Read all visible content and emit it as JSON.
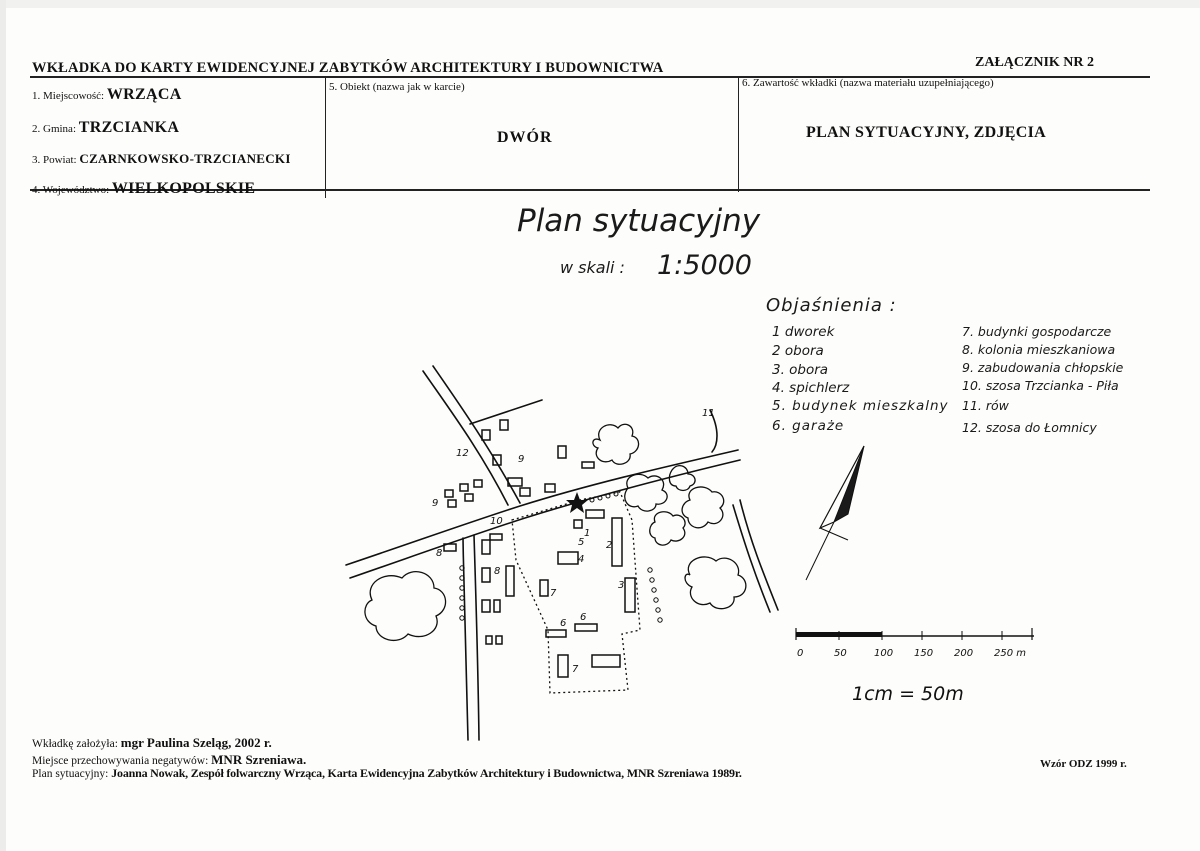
{
  "header": {
    "title": "WKŁADKA DO KARTY EWIDENCYJNEJ ZABYTKÓW ARCHITEKTURY I BUDOWNICTWA",
    "annex": "ZAŁĄCZNIK NR 2"
  },
  "fields": {
    "miejscowosc_label": "1. Miejscowość:",
    "miejscowosc_value": "WRZĄCA",
    "gmina_label": "2. Gmina:",
    "gmina_value": "TRZCIANKA",
    "powiat_label": "3. Powiat:",
    "powiat_value": "CZARNKOWSKO-TRZCIANECKI",
    "wojewodztwo_label": "4. Województwo:",
    "wojewodztwo_value": "WIELKOPOLSKIE",
    "obiekt_label": "5. Obiekt (nazwa jak w karcie)",
    "obiekt_value": "DWÓR",
    "zawartosc_label": "6. Zawartość wkładki (nazwa materiału uzupełniającego)",
    "zawartosc_value": "PLAN SYTUACYJNY, ZDJĘCIA"
  },
  "plan": {
    "title": "Plan sytuacyjny",
    "scale_label": "w skali :",
    "scale_value": "1:5000",
    "legend_title": "Objaśnienia :",
    "legend": [
      "1 dworek",
      "2 obora",
      "3. obora",
      "4. spichlerz",
      "5. budynek mieszkalny",
      "6. garaże",
      "7. budynki gospodarcze",
      "8. kolonia mieszkaniowa",
      "9. zabudowania chłopskie",
      "10. szosa Trzcianka - Piła",
      "11. rów",
      "12. szosa do Łomnicy"
    ],
    "scalebar_ticks": [
      "0",
      "50",
      "100",
      "150",
      "200",
      "250 m"
    ],
    "scale_note": "1cm = 50m",
    "map_labels": [
      "1",
      "2",
      "3",
      "4",
      "5",
      "6",
      "6",
      "7",
      "7",
      "8",
      "8",
      "9",
      "9",
      "10",
      "11",
      "12"
    ]
  },
  "footer": {
    "author_label": "Wkładkę założyła:",
    "author_value": "mgr Paulina Szeląg, 2002 r.",
    "storage_label": "Miejsce przechowywania negatywów:",
    "storage_value": "MNR Szreniawa.",
    "source_label": "Plan sytuacyjny:",
    "source_value": "Joanna Nowak, Zespół folwarczny Wrząca, Karta Ewidencyjna Zabytków Architektury i Budownictwa, MNR Szreniawa 1989r.",
    "template": "Wzór ODZ 1999 r."
  }
}
